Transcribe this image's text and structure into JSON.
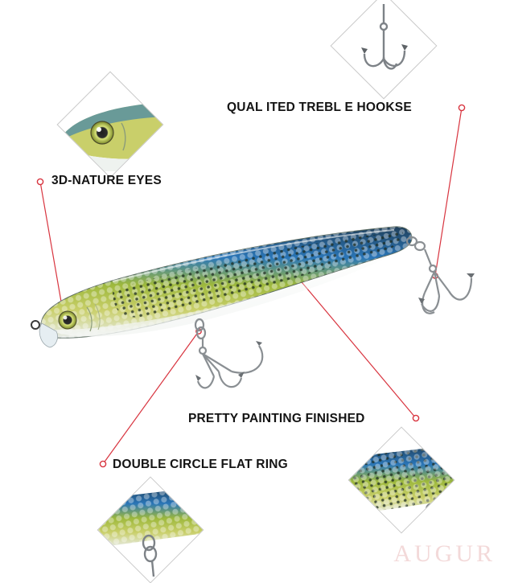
{
  "callouts": {
    "hooks": "QUAL ITED TREBL E HOOKSE",
    "eyes": "3D-NATURE EYES",
    "painting": "PRETTY PAINTING FINISHED",
    "ring": "DOUBLE CIRCLE FLAT RING"
  },
  "watermark": "AUGUR",
  "colors": {
    "leader_line": "#d8343f",
    "label_text": "#141414",
    "lure_green": "#b8c64a",
    "lure_blue": "#2a76b8",
    "lure_silver": "#dfe6e8"
  }
}
